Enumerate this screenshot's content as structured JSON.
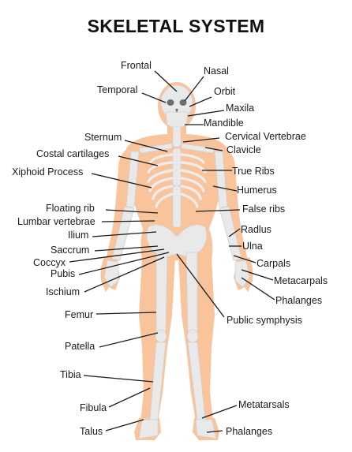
{
  "title": "SKELETAL SYSTEM",
  "colors": {
    "body": "#F9C49B",
    "bone": "#E9E9E9",
    "bone_shadow": "#D6D6D6",
    "text": "#1A1A1A"
  },
  "labels": {
    "frontal": "Frontal",
    "nasal": "Nasal",
    "temporal": "Temporal",
    "orbit": "Orbit",
    "maxila": "Maxila",
    "mandible": "Mandible",
    "sternum": "Sternum",
    "cervical_vertebrae": "Cervical Vertebrae",
    "costal_cartilages": "Costal cartilages",
    "clavicle": "Clavicle",
    "xiphoid_process": "Xiphoid Process",
    "true_ribs": "True Ribs",
    "humerus": "Humerus",
    "floating_rib": "Floating rib",
    "false_ribs": "False ribs",
    "lumbar_vertebrae": "Lumbar vertebrae",
    "radius": "Radlus",
    "ilium": "Ilium",
    "ulna": "Ulna",
    "saccrum": "Saccrum",
    "coccyx": "Coccyx",
    "carpals": "Carpals",
    "pubis": "Pubis",
    "metacarpals": "Metacarpals",
    "ischium": "Ischium",
    "phalanges_hand": "Phalanges",
    "femur": "Femur",
    "public_symphysis": "Public symphysis",
    "patella": "Patella",
    "tibia": "Tibia",
    "fibula": "Fibula",
    "metatarsals": "Metatarsals",
    "talus": "Talus",
    "phalanges_foot": "Phalanges"
  }
}
